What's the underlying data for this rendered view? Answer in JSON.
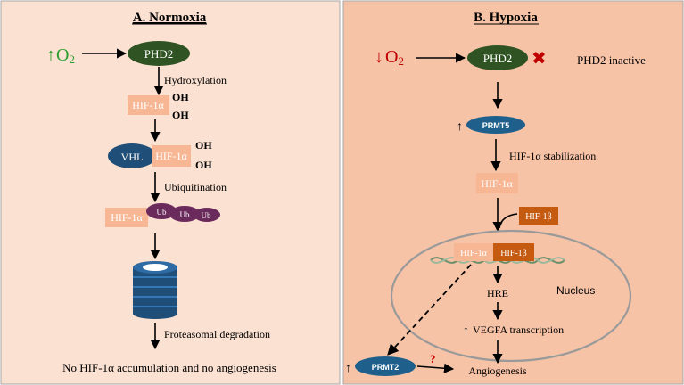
{
  "colors": {
    "panel_a_bg": "#fbe1d2",
    "panel_b_bg": "#f6c3a7",
    "border": "#a7a7a7",
    "phd2_fill": "#2f5323",
    "hif_fill": "#f8b794",
    "vhl_fill": "#1f4e79",
    "ub_fill": "#6b2a5c",
    "prmt_fill": "#1f5f8b",
    "hif1b_fill": "#c55a11",
    "o2_up": "#2e9e2e",
    "o2_down": "#c00000",
    "cross": "#c00000",
    "proteasome": "#1f4e79",
    "question": "#c00000",
    "dna_strand": "#6a8f6a"
  },
  "panel_a": {
    "title": "A. Normoxia",
    "o2_arrow": "↑",
    "o2_label": "O",
    "o2_sub": "2",
    "phd2": "PHD2",
    "hydroxylation": "Hydroxylation",
    "hif1a": "HIF-1α",
    "oh": "OH",
    "vhl": "VHL",
    "ubiquitination": "Ubiquitination",
    "ub": "Ub",
    "proteasomal": "Proteasomal degradation",
    "conclusion": "No HIF-1α accumulation and no angiogenesis"
  },
  "panel_b": {
    "title": "B. Hypoxia",
    "o2_arrow": "↓",
    "o2_label": "O",
    "o2_sub": "2",
    "phd2": "PHD2",
    "cross": "✖",
    "phd2_inactive": "PHD2 inactive",
    "up_arrow": "↑",
    "prmt5": "PRMT5",
    "stabilization": "HIF-1α stabilization",
    "hif1a": "HIF-1α",
    "hif1b": "HIF-1β",
    "nucleus": "Nucleus",
    "hre": "HRE",
    "vegfa": "VEGFA transcription",
    "prmt2": "PRMT2",
    "question": "?",
    "angiogenesis": "Angiogenesis"
  }
}
